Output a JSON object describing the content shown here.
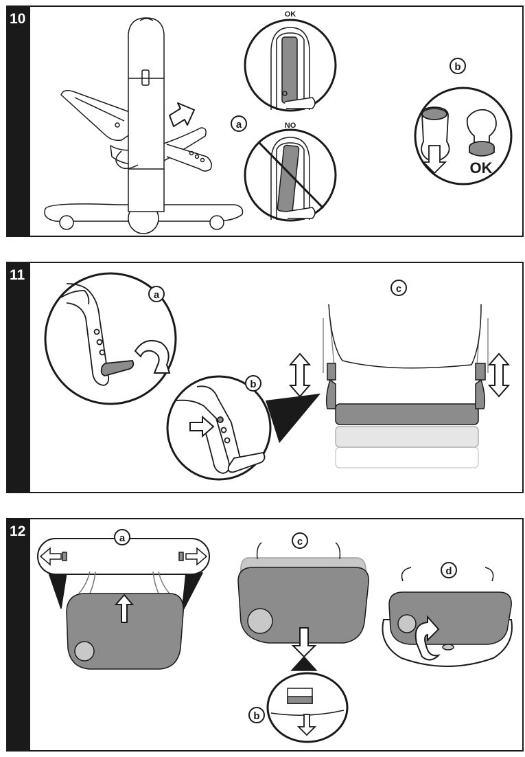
{
  "steps": [
    {
      "number": "10",
      "labels": {
        "a": "a",
        "b": "b",
        "ok_top": "OK",
        "no": "NO",
        "ok_big": "OK"
      }
    },
    {
      "number": "11",
      "labels": {
        "a": "a",
        "b": "b",
        "c": "c"
      }
    },
    {
      "number": "12",
      "labels": {
        "a": "a",
        "b": "b",
        "c": "c",
        "d": "d"
      }
    }
  ],
  "colors": {
    "ink": "#1a1a1a",
    "tray_gray": "#8c8c8c",
    "light_gray": "#c8c8c8",
    "faint_gray": "#e4e4e4"
  }
}
